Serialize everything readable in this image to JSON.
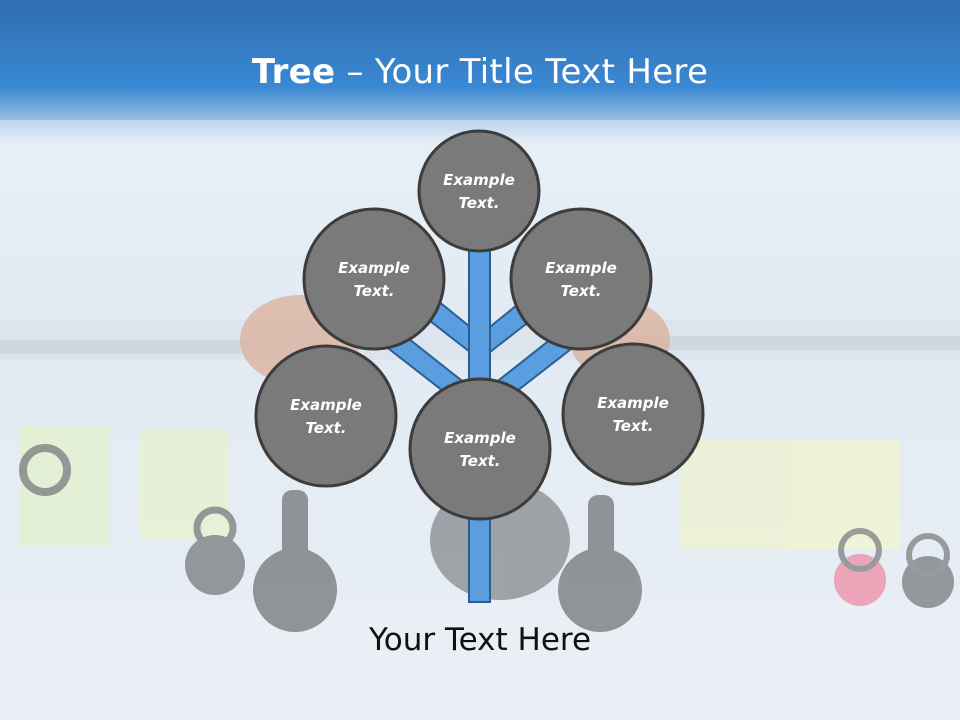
{
  "slide": {
    "title_bold": "Tree",
    "title_rest": " – Your Title Text Here",
    "footer_text": "Your Text Here"
  },
  "nodes": [
    {
      "id": "top",
      "line1": "Example",
      "line2": "Text."
    },
    {
      "id": "upper-left",
      "line1": "Example",
      "line2": "Text."
    },
    {
      "id": "upper-right",
      "line1": "Example",
      "line2": "Text."
    },
    {
      "id": "lower-left",
      "line1": "Example",
      "line2": "Text."
    },
    {
      "id": "center",
      "line1": "Example",
      "line2": "Text."
    },
    {
      "id": "lower-right",
      "line1": "Example",
      "line2": "Text."
    }
  ],
  "colors": {
    "header_blue": "#2f7cc9",
    "node_fill": "#7a7a7a",
    "node_stroke": "#3c3c3c",
    "branch_fill": "#5b9ee0",
    "branch_stroke": "#2b5f93"
  }
}
